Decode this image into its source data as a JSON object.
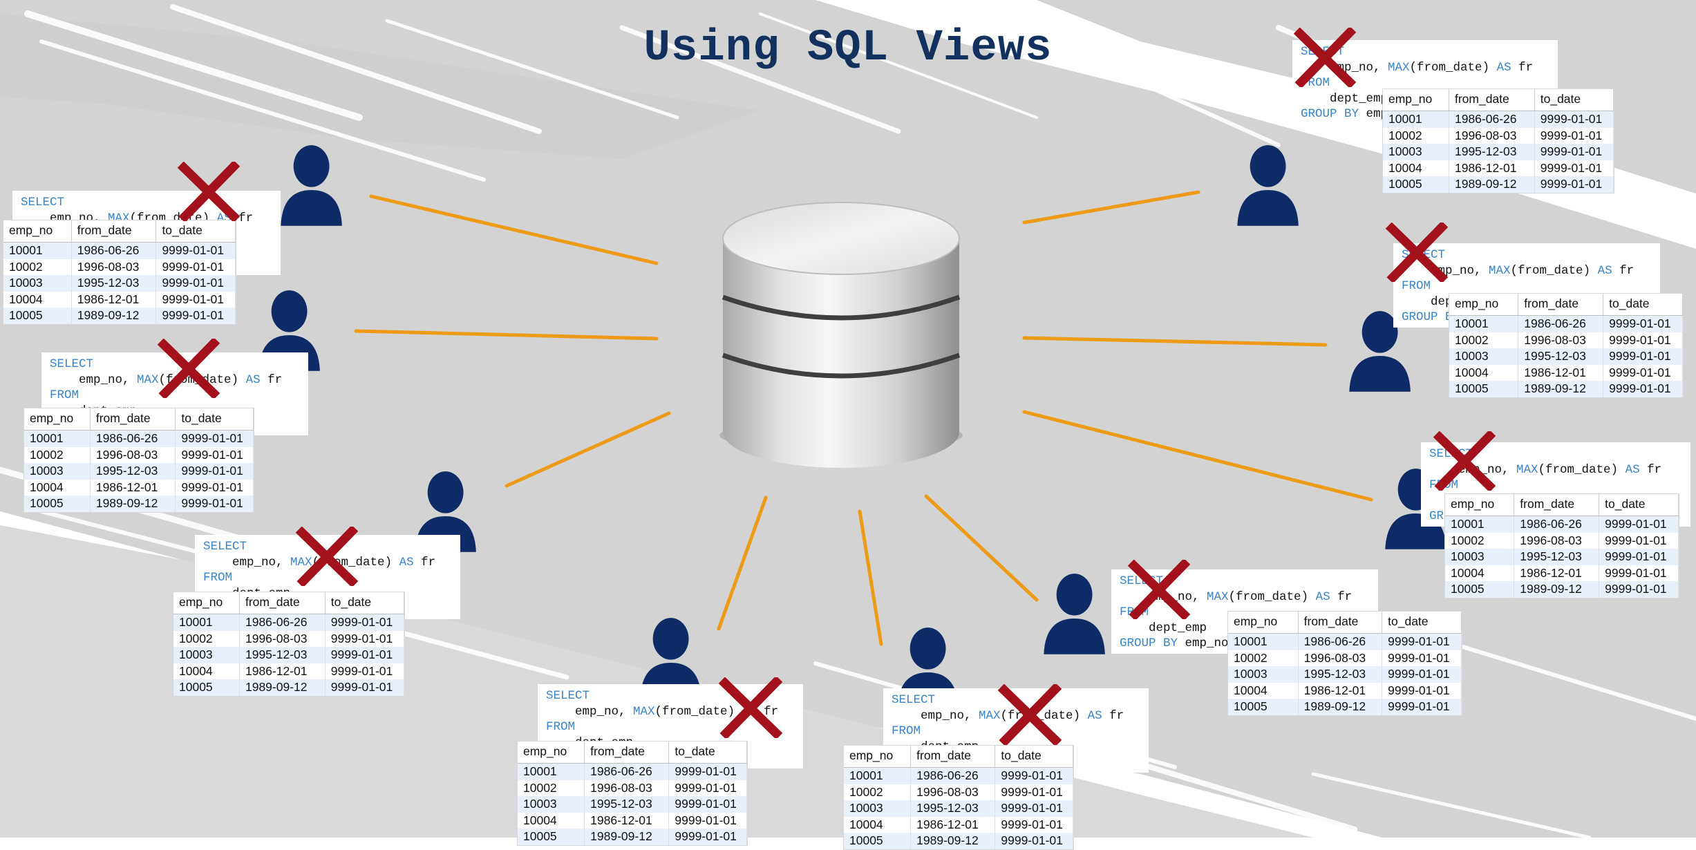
{
  "title": "Using SQL Views",
  "colors": {
    "title": "#12315e",
    "user": "#0d2b66",
    "connector": "#ed9a17",
    "cross": "#a3121b",
    "keyword": "#3a84c9",
    "table_row_alt": "#e8f0fb",
    "brush": "#d3d3d3"
  },
  "icons": {
    "database": "database-icon",
    "user": "user-icon",
    "cross": "cross-icon"
  },
  "query": {
    "select": "SELECT",
    "select_cols_prefix": "emp_no, ",
    "max_fn": "MAX",
    "max_arg": "(from_date) ",
    "as_kw": "AS",
    "alias_fragment": " fr",
    "from": "FROM",
    "from_table": "dept_emp",
    "group_by": "GROUP BY",
    "group_col": " emp_no"
  },
  "result_table": {
    "columns": [
      "emp_no",
      "from_date",
      "to_date"
    ],
    "rows": [
      [
        "10001",
        "1986-06-26",
        "9999-01-01"
      ],
      [
        "10002",
        "1996-08-03",
        "9999-01-01"
      ],
      [
        "10003",
        "1995-12-03",
        "9999-01-01"
      ],
      [
        "10004",
        "1986-12-01",
        "9999-01-01"
      ],
      [
        "10005",
        "1989-09-12",
        "9999-01-01"
      ]
    ]
  }
}
